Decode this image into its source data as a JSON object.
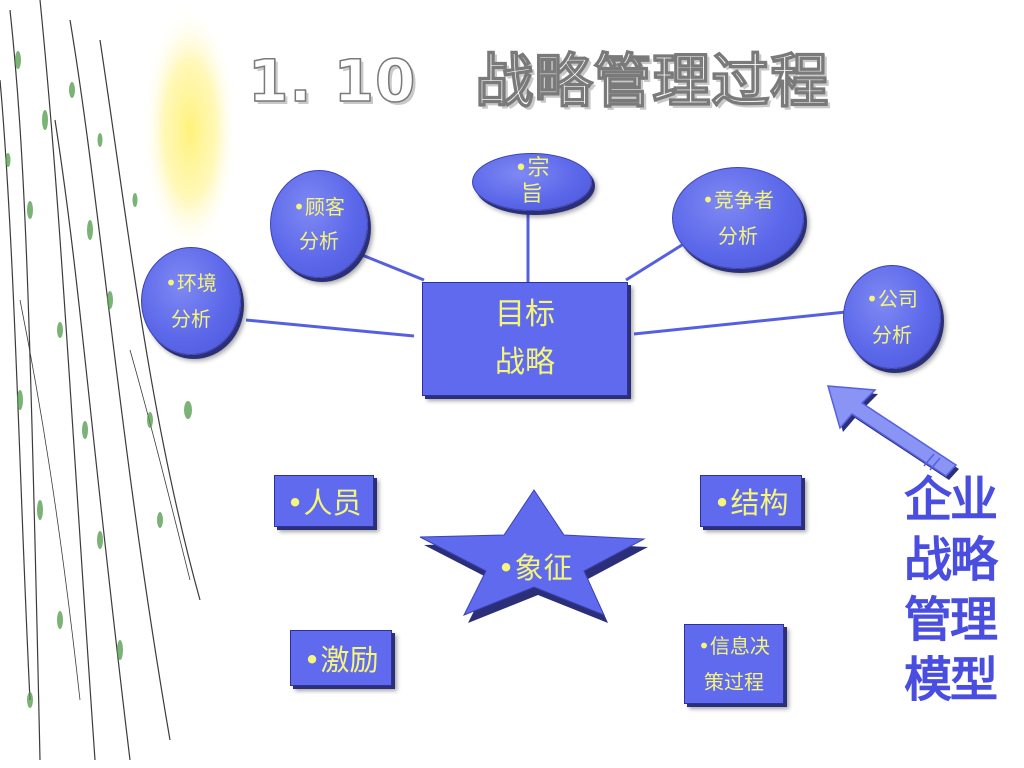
{
  "title": "1. 10　战略管理过程",
  "colors": {
    "node_fill": "#5f6aee",
    "node_text": "#f5f57a",
    "connector": "#5560e0",
    "caption": "#4a4ee0"
  },
  "center": {
    "line1": "目标",
    "line2": "战略"
  },
  "analysis_nodes": {
    "purpose": {
      "line1": "•宗",
      "line2": "旨"
    },
    "customer": {
      "line1": "•顾客",
      "line2": "分析"
    },
    "competitor": {
      "line1": "•竞争者",
      "line2": "分析"
    },
    "environment": {
      "line1": "•环境",
      "line2": "分析"
    },
    "company": {
      "line1": "•公司",
      "line2": "分析"
    }
  },
  "lower_nodes": {
    "people": "•人员",
    "structure": "•结构",
    "symbol": "•象征",
    "incentive": "•激励",
    "info": {
      "line1": "•信息决",
      "line2": "策过程"
    }
  },
  "side_caption": [
    "企业",
    "战略",
    "管理",
    "模型"
  ]
}
